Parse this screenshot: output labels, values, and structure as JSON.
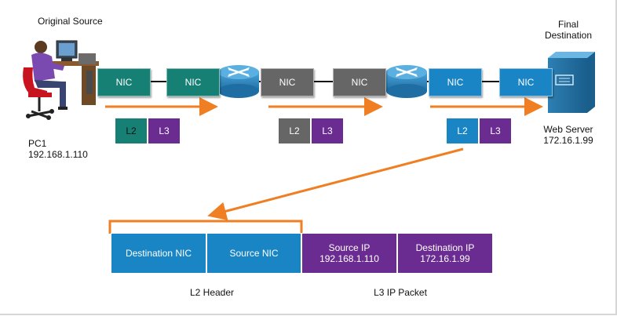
{
  "source": {
    "heading": "Original Source",
    "name": "PC1",
    "ip": "192.168.1.110"
  },
  "destination": {
    "heading_line1": "Final",
    "heading_line2": "Destination",
    "name": "Web Server",
    "ip": "172.16.1.99"
  },
  "nics": [
    "NIC",
    "NIC",
    "NIC",
    "NIC",
    "NIC",
    "NIC"
  ],
  "segments": [
    {
      "l2": "L2",
      "l3": "L3"
    },
    {
      "l2": "L2",
      "l3": "L3"
    },
    {
      "l2": "L2",
      "l3": "L3"
    }
  ],
  "frame": {
    "destination_nic": "Destination NIC",
    "source_nic": "Source NIC",
    "source_ip_label": "Source IP",
    "source_ip": "192.168.1.110",
    "destination_ip_label": "Destination IP",
    "destination_ip": "172.16.1.99",
    "l2_caption": "L2 Header",
    "l3_caption": "L3 IP Packet"
  },
  "colors": {
    "teal": "#178075",
    "gray": "#666666",
    "blue": "#1a85c4",
    "purple": "#6a2c91",
    "arrow": "#ef7f22",
    "router": "#2a7fb8"
  },
  "icons": [
    "pc-user-icon",
    "router-icon",
    "router-icon",
    "server-icon"
  ]
}
